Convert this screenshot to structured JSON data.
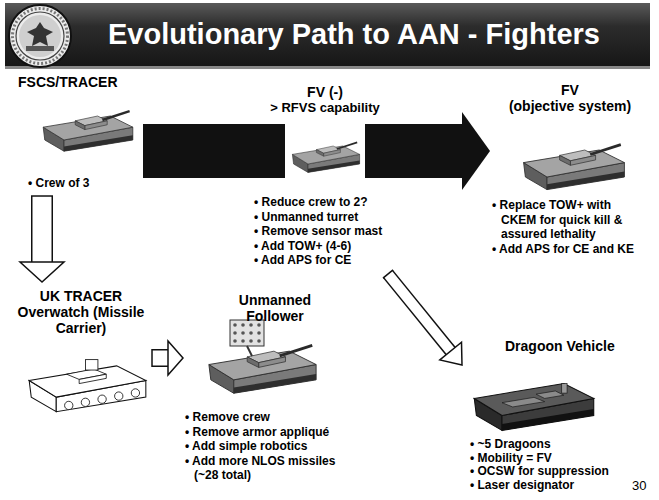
{
  "diagram": {
    "title": "Evolutionary Path to AAN - Fighters",
    "nodes": [
      {
        "text": [
          "FSCS/TRACER",
          "• Crew of 3"
        ]
      },
      {
        "text": [
          "FV (-)",
          "> RFVS capability",
          "• Reduce crew to 2?",
          "• Unmanned turret",
          "• Remove sensor mast",
          "• Add TOW+ (4-6)",
          "• Add APS for CE"
        ]
      },
      {
        "text": [
          "FV",
          "(objective system)",
          "• Replace TOW+ with CKEM for quick kill & assured lethality",
          "• Add APS for CE and KE"
        ]
      },
      {
        "text": [
          "UK TRACER Overwatch (Missile Carrier)"
        ]
      },
      {
        "text": [
          "Unmanned Follower",
          "• Remove crew",
          "• Remove armor appliqué",
          "• Add simple robotics",
          "• Add more NLOS missiles (~28 total)"
        ]
      },
      {
        "text": [
          "Dragoon Vehicle",
          "• ~5 Dragoons",
          "• Mobility = FV",
          "• OCSW for suppression",
          "• Laser designator"
        ]
      }
    ],
    "edges": [
      {
        "from": 0,
        "to": 1,
        "arrow": "none"
      },
      {
        "from": 1,
        "to": 2,
        "arrow": "to"
      },
      {
        "from": 0,
        "to": 3,
        "arrow": "to"
      },
      {
        "from": 3,
        "to": 4,
        "arrow": "to"
      },
      {
        "from": 1,
        "to": 5,
        "arrow": "to"
      }
    ],
    "labels": [
      "30"
    ]
  }
}
